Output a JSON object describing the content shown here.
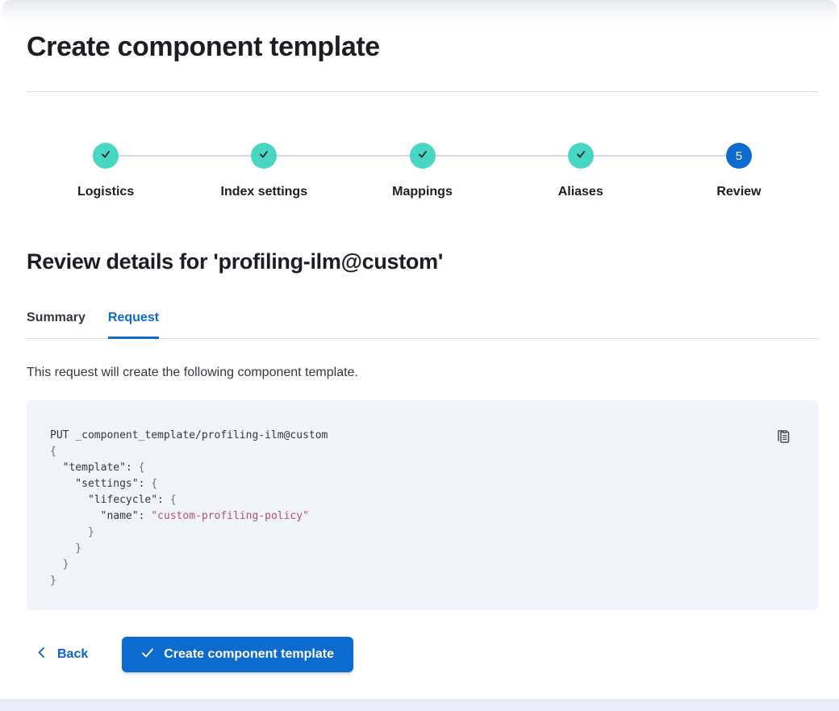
{
  "colors": {
    "primary": "#0d6bd0",
    "link": "#0b64c8",
    "step_complete": "#47d7c2",
    "code_string": "#b0527e",
    "code_background": "#f1f4fa"
  },
  "page": {
    "title": "Create component template"
  },
  "stepper": {
    "steps": [
      {
        "label": "Logistics",
        "status": "complete"
      },
      {
        "label": "Index settings",
        "status": "complete"
      },
      {
        "label": "Mappings",
        "status": "complete"
      },
      {
        "label": "Aliases",
        "status": "complete"
      },
      {
        "label": "Review",
        "status": "current",
        "number": "5"
      }
    ]
  },
  "review": {
    "heading": "Review details for 'profiling-ilm@custom'",
    "tabs": [
      {
        "label": "Summary",
        "active": false
      },
      {
        "label": "Request",
        "active": true
      }
    ],
    "description": "This request will create the following component template."
  },
  "request_preview": {
    "code_lines": [
      [
        {
          "t": "PUT _component_template/profiling-ilm@custom",
          "c": "plain"
        }
      ],
      [
        {
          "t": "{",
          "c": "punct"
        }
      ],
      [
        {
          "t": "  \"template\": ",
          "c": "plain"
        },
        {
          "t": "{",
          "c": "punct"
        }
      ],
      [
        {
          "t": "    \"settings\": ",
          "c": "plain"
        },
        {
          "t": "{",
          "c": "punct"
        }
      ],
      [
        {
          "t": "      \"lifecycle\": ",
          "c": "plain"
        },
        {
          "t": "{",
          "c": "punct"
        }
      ],
      [
        {
          "t": "        \"name\": ",
          "c": "plain"
        },
        {
          "t": "\"custom-profiling-policy\"",
          "c": "string"
        }
      ],
      [
        {
          "t": "      }",
          "c": "punct"
        }
      ],
      [
        {
          "t": "    }",
          "c": "punct"
        }
      ],
      [
        {
          "t": "  }",
          "c": "punct"
        }
      ],
      [
        {
          "t": "}",
          "c": "punct"
        }
      ]
    ]
  },
  "footer": {
    "back_label": "Back",
    "submit_label": "Create component template"
  }
}
